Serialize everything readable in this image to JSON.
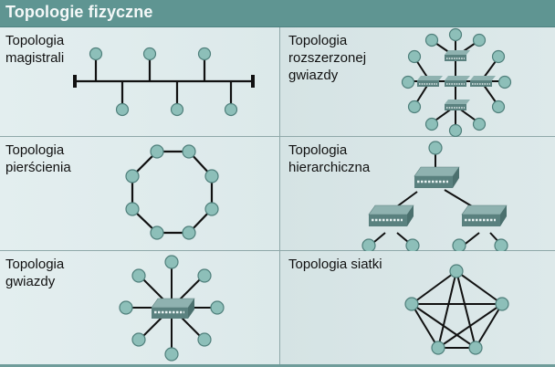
{
  "header": {
    "title": "Topologie fizyczne"
  },
  "colors": {
    "header_bg": "#5f9592",
    "cell_bg": "#dde9ea",
    "node_fill": "#8dbfb9",
    "node_stroke": "#4f7f7b",
    "link": "#111111",
    "switch_top": "#6f9896",
    "switch_front": "#557d7b"
  },
  "topologies": [
    {
      "id": "bus",
      "label": "Topologia\nmagistrali",
      "nodes": 6
    },
    {
      "id": "extended-star",
      "label": "Topologia\nrozszerzonej\ngwiazdy",
      "nodes": 12,
      "switches": 5
    },
    {
      "id": "ring",
      "label": "Topologia\npierścienia",
      "nodes": 8
    },
    {
      "id": "hierarchical",
      "label": "Topologia\nhierarchiczna",
      "nodes": 5,
      "switches": 3
    },
    {
      "id": "star",
      "label": "Topologia\ngwiazdy",
      "nodes": 8,
      "switches": 1
    },
    {
      "id": "mesh",
      "label": "Topologia siatki",
      "nodes": 5
    }
  ]
}
